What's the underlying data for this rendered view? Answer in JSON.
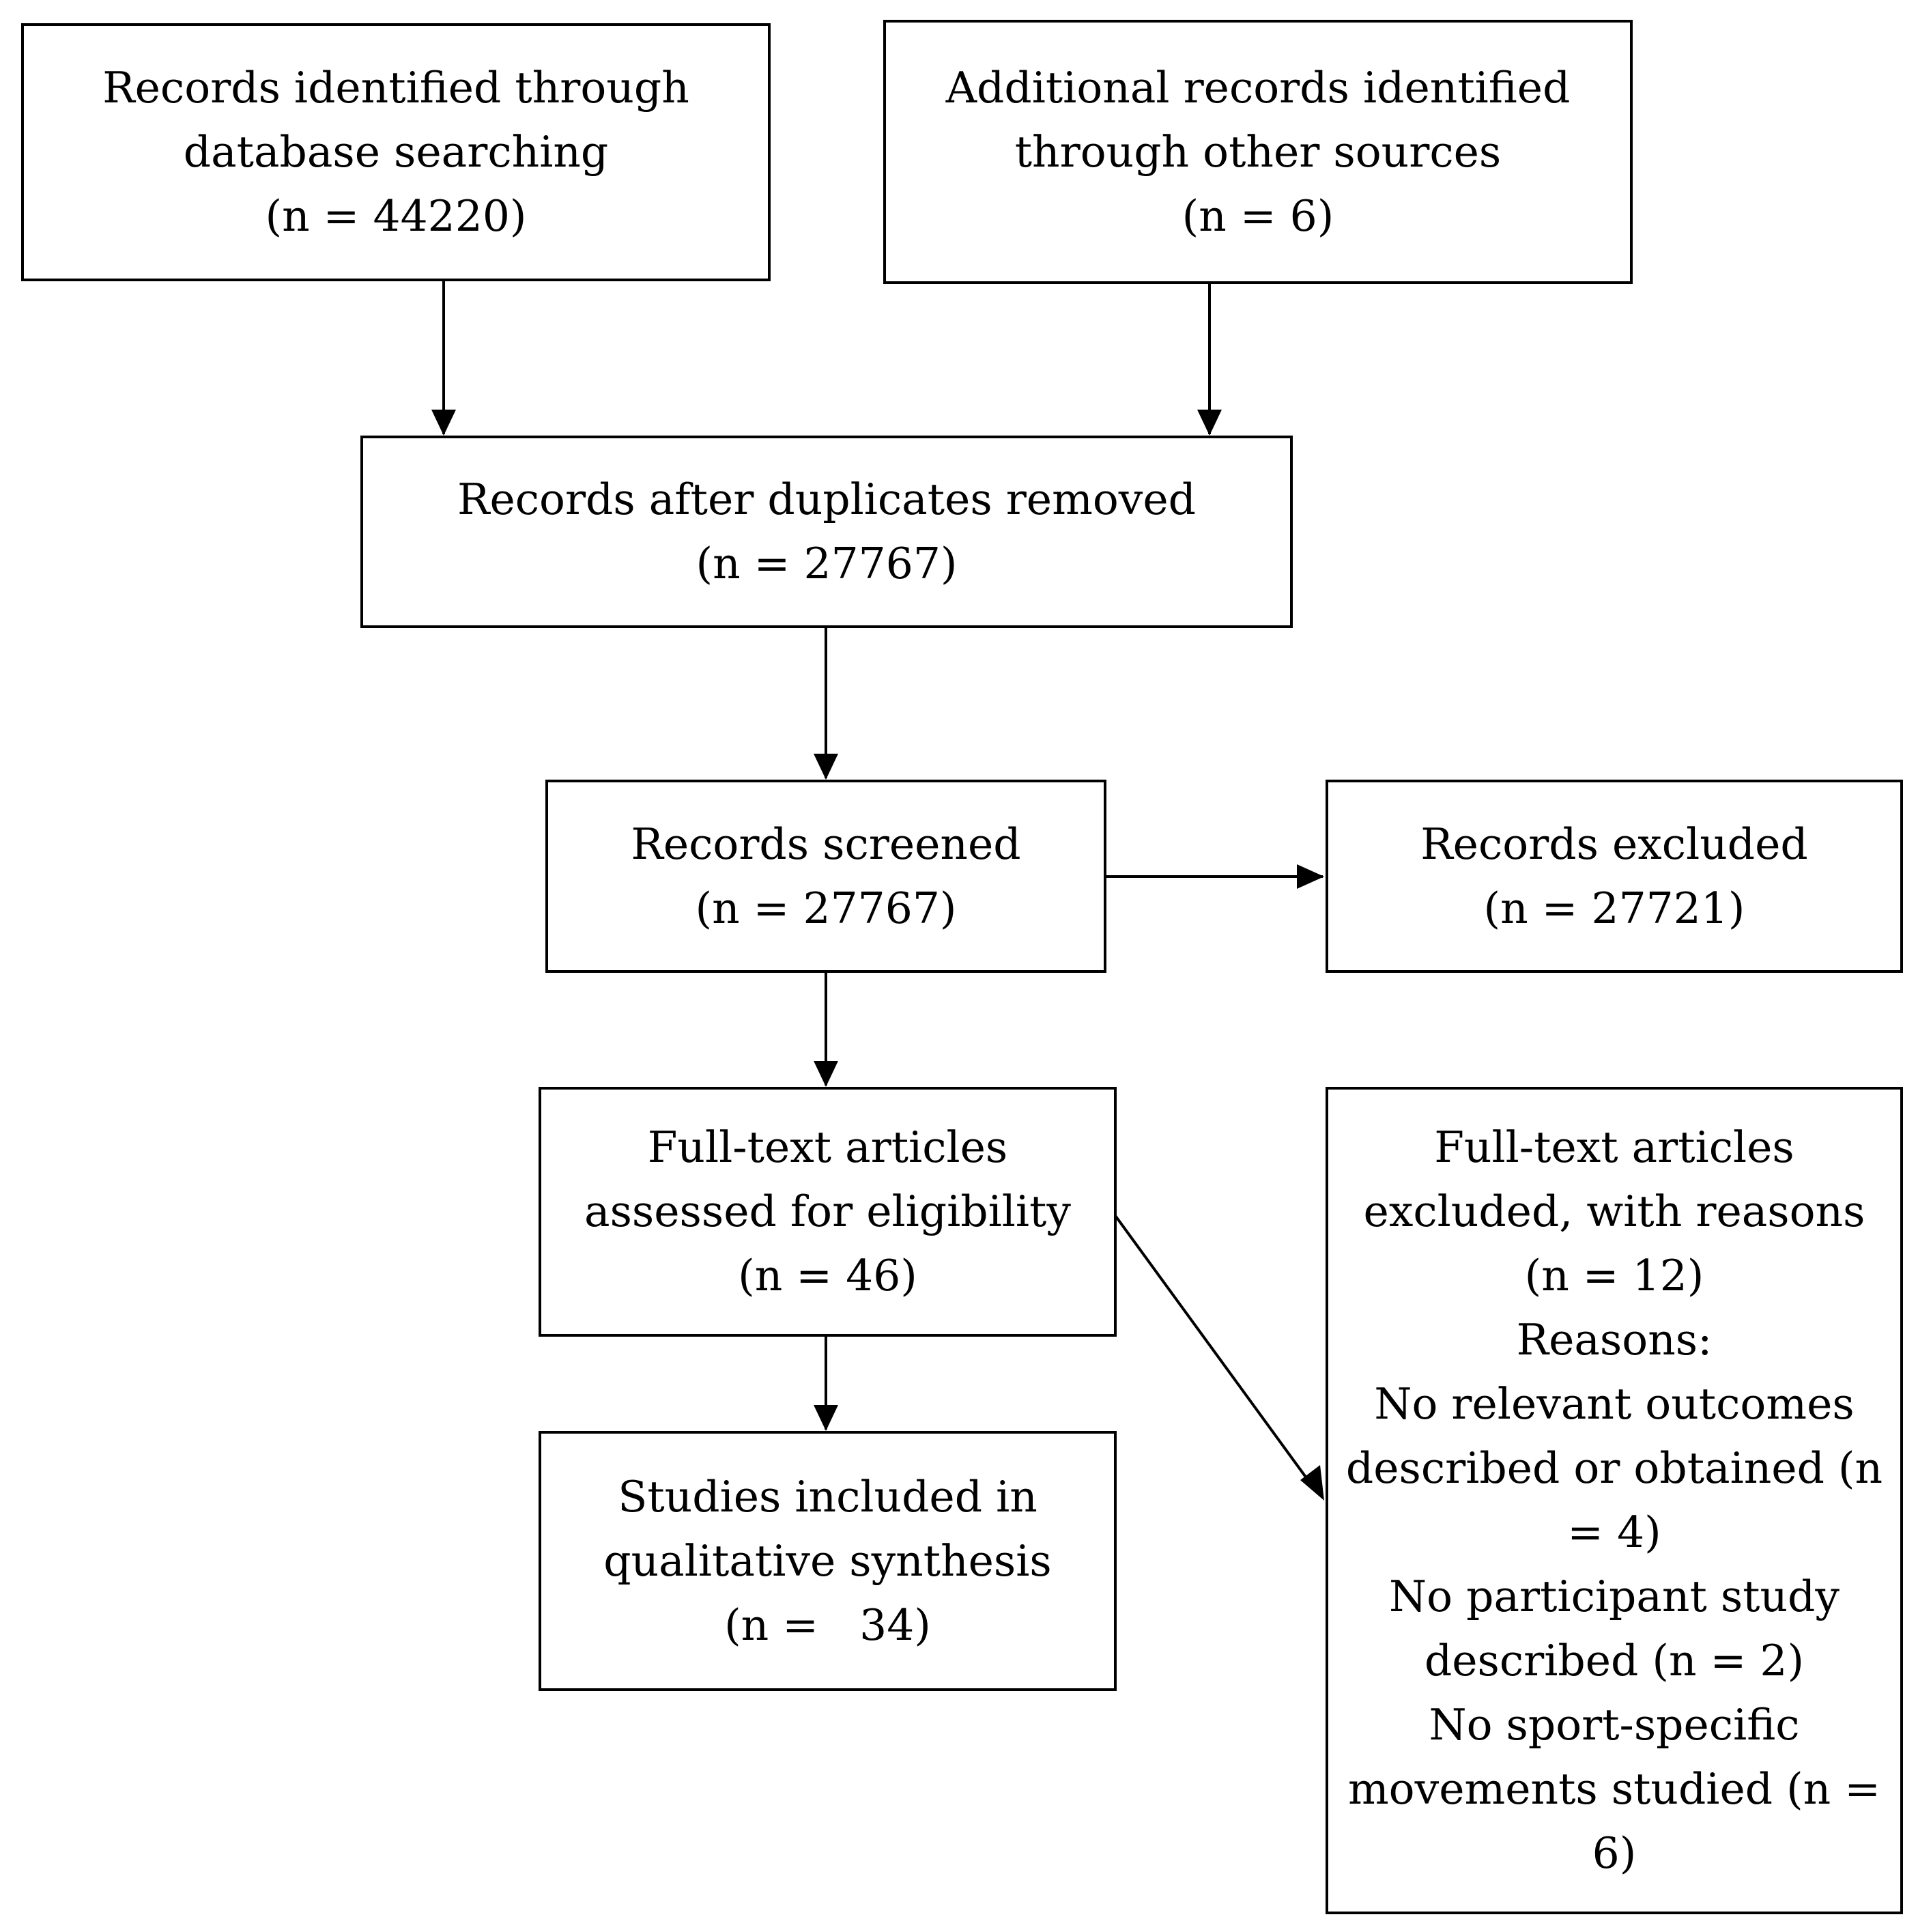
{
  "boxes": {
    "database_search": {
      "lines": [
        "Records identified through",
        "database searching",
        "(n = 44220)"
      ]
    },
    "other_sources": {
      "lines": [
        "Additional records identified",
        "through other sources",
        "(n = 6)"
      ]
    },
    "duplicates_removed": {
      "lines": [
        "Records after duplicates removed",
        "(n = 27767)"
      ]
    },
    "screened": {
      "lines": [
        "Records screened",
        "(n = 27767)"
      ]
    },
    "excluded": {
      "lines": [
        "Records excluded",
        "(n = 27721)"
      ]
    },
    "full_text_assessed": {
      "lines": [
        "Full-text articles",
        "assessed for eligibility",
        "(n = 46)"
      ]
    },
    "full_text_excluded": {
      "lines": [
        "Full-text articles",
        "excluded, with reasons",
        "(n = 12)",
        "Reasons:",
        "No relevant outcomes",
        "described or obtained (n",
        "= 4)",
        "No participant study",
        "described (n = 2)",
        "No sport-specific",
        "movements studied (n =",
        "6)"
      ]
    },
    "included": {
      "lines": [
        "Studies included in",
        "qualitative synthesis",
        "(n =   34)"
      ]
    }
  }
}
